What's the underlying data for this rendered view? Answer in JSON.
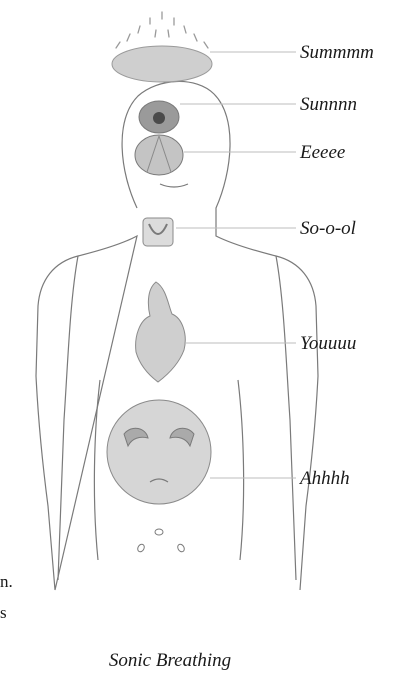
{
  "labels": {
    "crown": "Summmm",
    "third_eye": "Sunnnn",
    "throat_head": "Eeeee",
    "throat": "So-o-ol",
    "heart": "Youuuu",
    "belly": "Ahhhh"
  },
  "caption": "Sonic Breathing",
  "margin_fragments": {
    "line1": "n.",
    "line2": "s"
  },
  "colors": {
    "outline": "#7a7a7a",
    "organ_fill": "#cfcfcf",
    "organ_dark": "#9a9a9a",
    "leader": "#bdbdbd",
    "text": "#1a1a1a"
  }
}
